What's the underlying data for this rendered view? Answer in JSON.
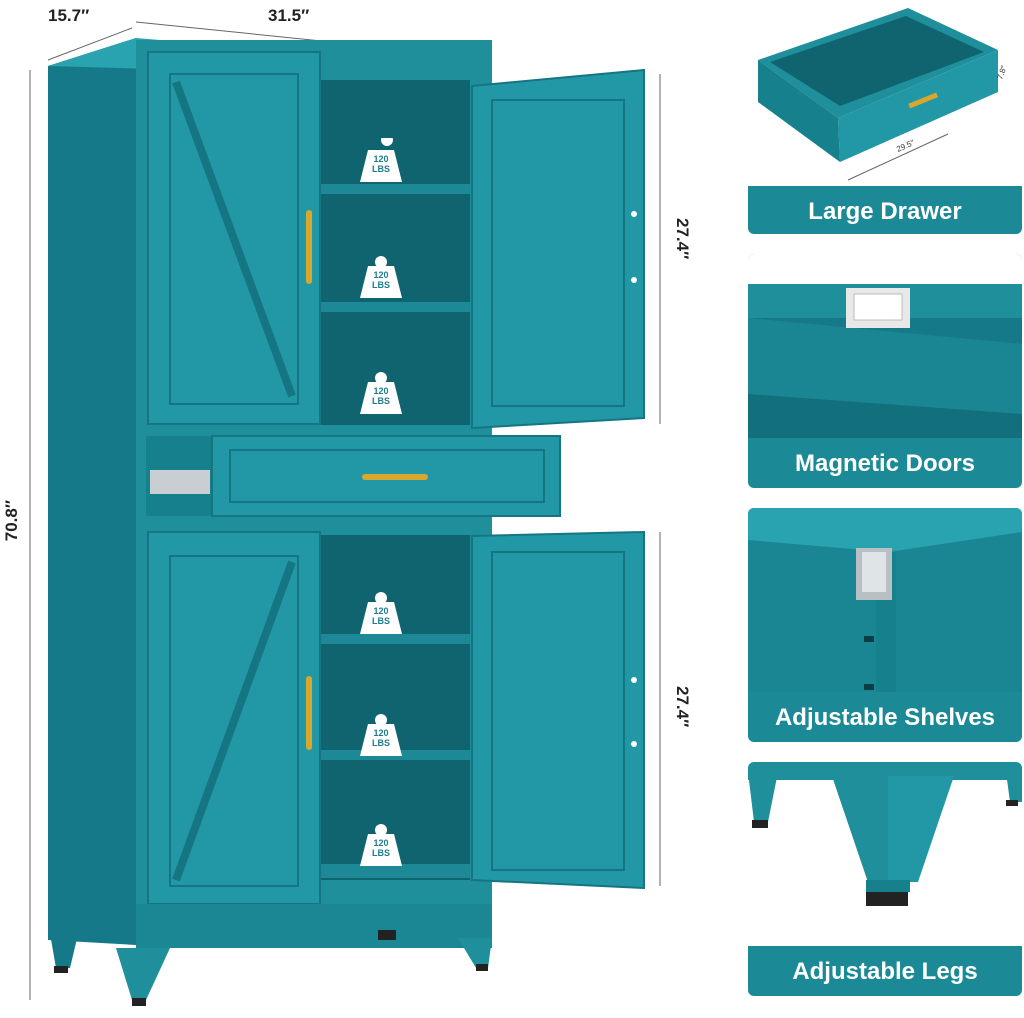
{
  "dimensions": {
    "depth": "15.7″",
    "width": "31.5″",
    "height": "70.8″",
    "upper_section": "27.4″",
    "lower_section": "27.4″",
    "drawer_width": "29.5″",
    "drawer_height": "7.8″"
  },
  "shelf_weights": [
    {
      "value": "120",
      "unit": "LBS"
    },
    {
      "value": "120",
      "unit": "LBS"
    },
    {
      "value": "120",
      "unit": "LBS"
    },
    {
      "value": "120",
      "unit": "LBS"
    },
    {
      "value": "120",
      "unit": "LBS"
    },
    {
      "value": "120",
      "unit": "LBS"
    }
  ],
  "features": [
    {
      "label": "Large Drawer"
    },
    {
      "label": "Magnetic Doors"
    },
    {
      "label": "Adjustable Shelves"
    },
    {
      "label": "Adjustable Legs"
    }
  ],
  "colors": {
    "cabinet": "#1f8f9c",
    "cabinet_dark": "#15707b",
    "interior": "#0f6470",
    "handle": "#d9a62e",
    "banner": "#1c8a96"
  }
}
